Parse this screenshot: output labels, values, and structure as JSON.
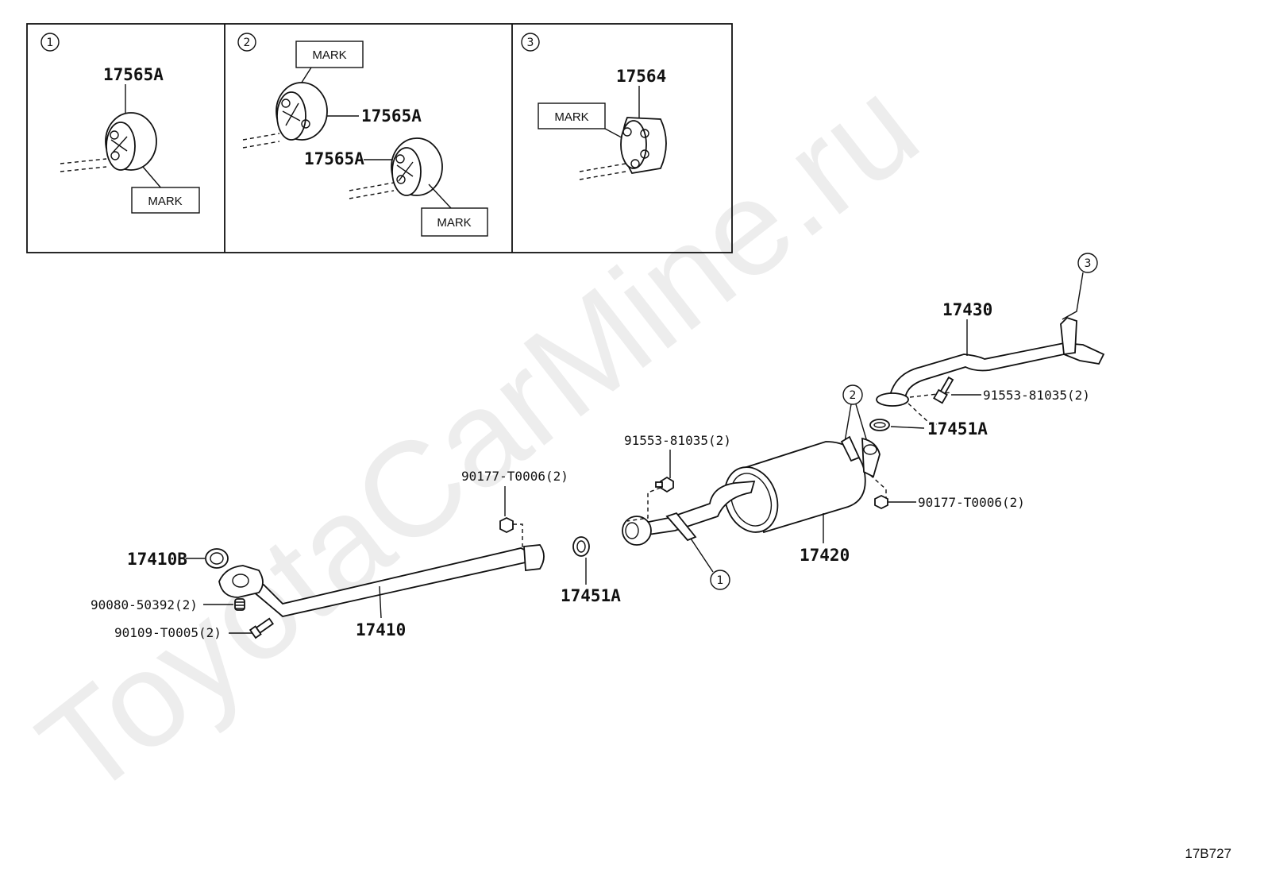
{
  "watermark": "ToyotaCarMine.ru",
  "diagram_code": "17B727",
  "mark_label": "MARK",
  "insets": [
    {
      "num": "1",
      "parts": [
        "17565A"
      ]
    },
    {
      "num": "2",
      "parts": [
        "17565A",
        "17565A"
      ]
    },
    {
      "num": "3",
      "parts": [
        "17564"
      ]
    }
  ],
  "callouts": {
    "c1": "1",
    "c2": "2",
    "c3": "3"
  },
  "parts": {
    "p17430": "17430",
    "p91553_top": "91553-81035(2)",
    "p17451A_right": "17451A",
    "p91553_mid": "91553-81035(2)",
    "p90177_right": "90177-T0006(2)",
    "p17420": "17420",
    "p90177_left": "90177-T0006(2)",
    "p17451A_mid": "17451A",
    "p17410B": "17410B",
    "p90080": "90080-50392(2)",
    "p90109": "90109-T0005(2)",
    "p17410": "17410"
  }
}
